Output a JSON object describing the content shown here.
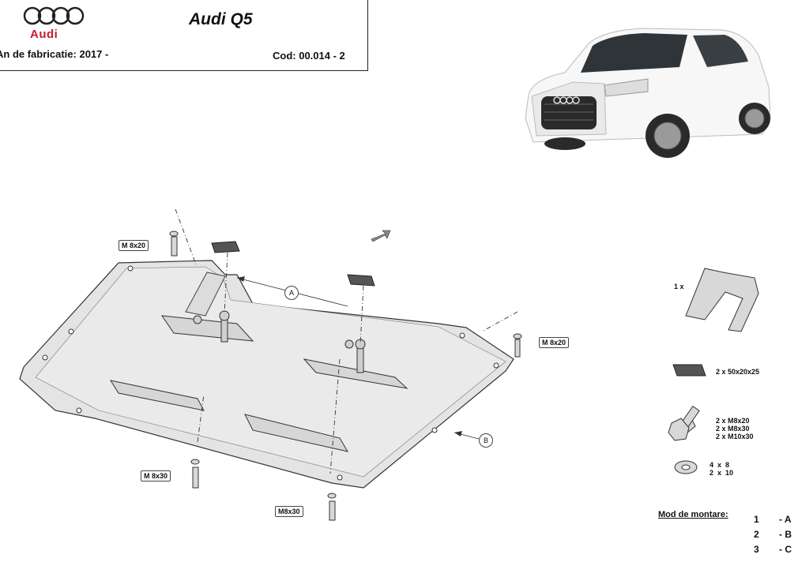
{
  "header": {
    "brand": "Audi",
    "model": "Audi Q5",
    "year_label": "An de fabricatie:  2017 -",
    "code_label": "Cod: 00.014 - 2"
  },
  "bolt_labels": {
    "top_left": "M 8x20",
    "right": "M 8x20",
    "bottom_left": "M 8x30",
    "bottom_center": "M8x30"
  },
  "callouts": {
    "a": "A",
    "b": "B"
  },
  "parts": {
    "bracket_qty": "1 x",
    "spacer": "2 x 50x20x25",
    "bolts": "2 x M8x20\n2 x M8x30\n2 x M10x30",
    "washers": "4  x  8\n2  x  10"
  },
  "mounting": {
    "title": "Mod de montare:",
    "rows": [
      {
        "num": "1",
        "letter": "- A"
      },
      {
        "num": "2",
        "letter": "- B"
      },
      {
        "num": "3",
        "letter": "- C"
      }
    ]
  },
  "colors": {
    "plate": "#e4e4e4",
    "line": "#333333",
    "logo_red": "#c0202a"
  }
}
